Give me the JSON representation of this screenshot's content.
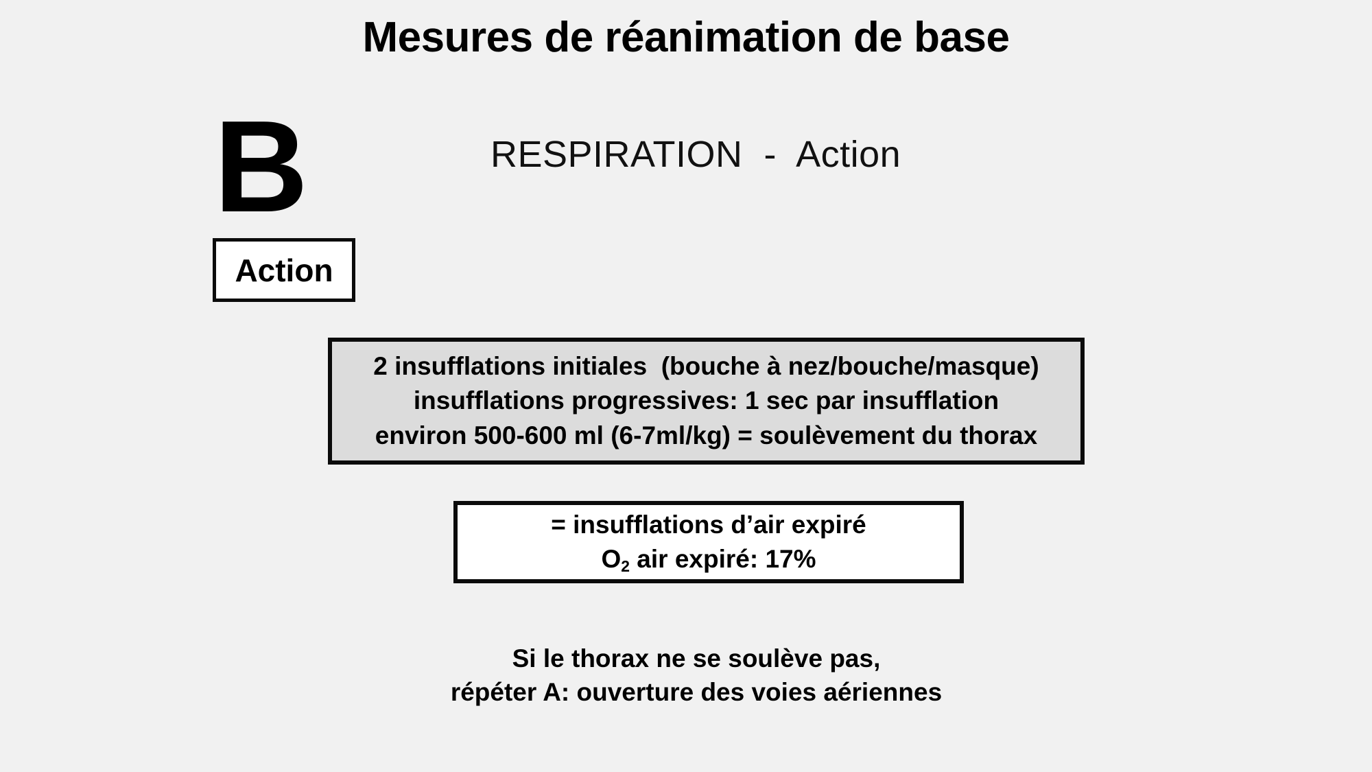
{
  "slide": {
    "title": "Mesures de réanimation de base",
    "background_color": "#f1f1f1",
    "text_color": "#000000"
  },
  "step": {
    "letter": "B",
    "heading": "RESPIRATION  -  Action",
    "chip_label": "Action",
    "chip_fill_color": "#ffffff",
    "chip_border_color": "#0b0b0b"
  },
  "gray_callout": {
    "fill_color": "#dcdcdc",
    "border_color": "#0b0b0b",
    "lines": [
      "2 insufflations initiales  (bouche à nez/bouche/masque)",
      "insufflations progressives: 1 sec par insufflation",
      "environ 500-600 ml (6-7ml/kg) = soulèvement du thorax"
    ]
  },
  "white_callout": {
    "fill_color": "#ffffff",
    "border_color": "#0b0b0b",
    "line_1": "= insufflations d’air expiré",
    "line_2_prefix": "O",
    "line_2_subscript": "2",
    "line_2_suffix": " air expiré: 17%"
  },
  "footer_note": {
    "lines": [
      "Si le thorax ne se soulève pas,",
      "répéter A: ouverture des voies aériennes"
    ]
  }
}
